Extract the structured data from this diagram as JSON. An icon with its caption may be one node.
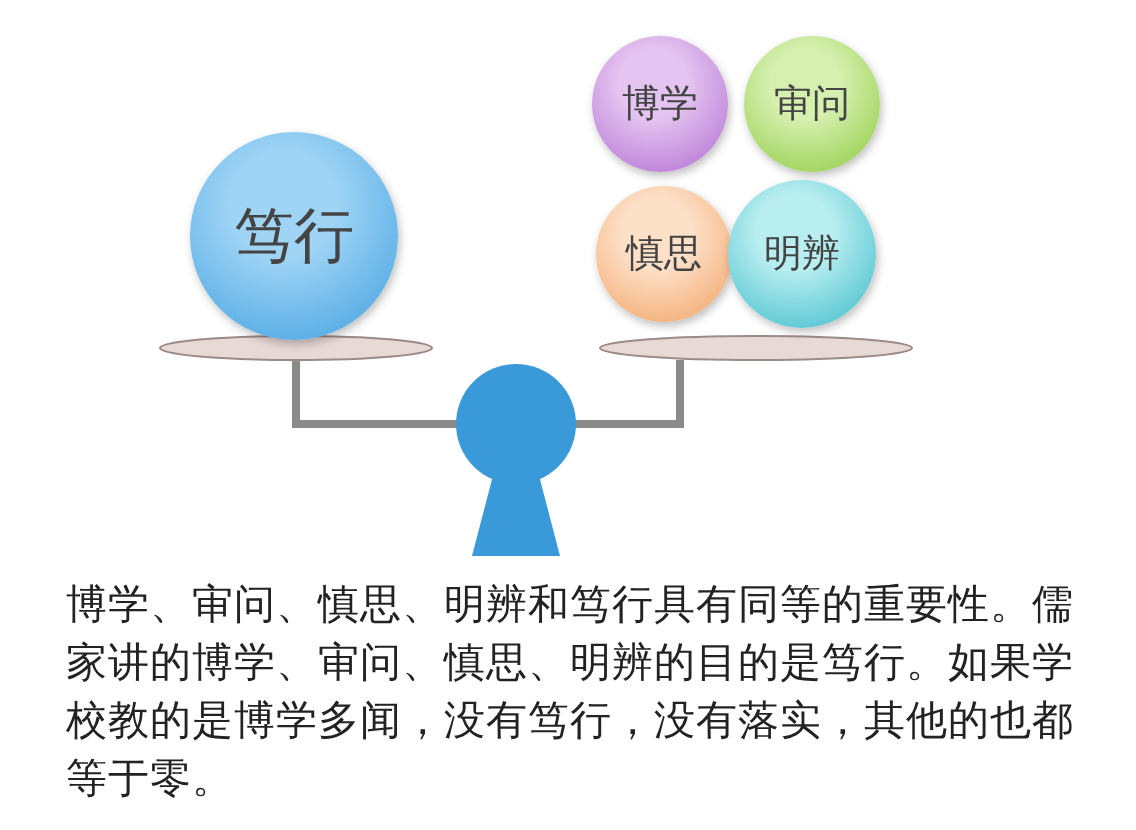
{
  "diagram": {
    "caption": "博学、审问、慎思、明辨和笃行具有同等的重要性。儒家讲的博学、审问、慎思、明辨的目的是笃行。如果学校教的是博学多闻，没有笃行，没有落实，其他的也都等于零。",
    "nodes": [
      {
        "text": [
          "笃行"
        ]
      },
      {
        "text": [
          "博学"
        ]
      },
      {
        "text": [
          "审问"
        ]
      },
      {
        "text": [
          "慎思"
        ]
      },
      {
        "text": [
          "明辨"
        ]
      }
    ]
  }
}
